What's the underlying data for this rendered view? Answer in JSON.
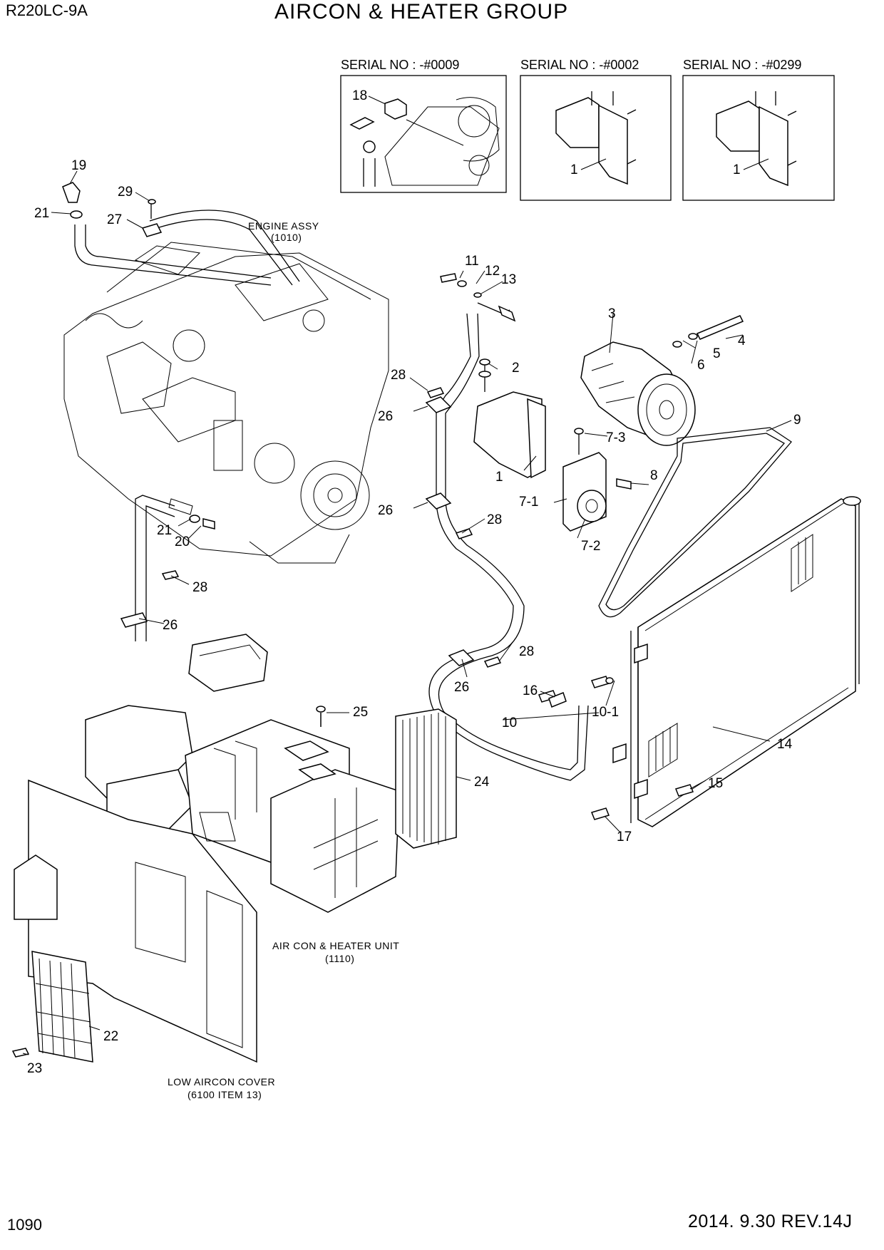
{
  "header": {
    "model": "R220LC-9A",
    "title": "AIRCON & HEATER GROUP"
  },
  "footer": {
    "page_number": "1090",
    "date_rev": "2014. 9.30  REV.14J"
  },
  "serial_boxes": [
    {
      "label": "SERIAL NO : -#0009",
      "callout": "18"
    },
    {
      "label": "SERIAL NO : -#0002",
      "callout": "1"
    },
    {
      "label": "SERIAL NO : -#0299",
      "callout": "1"
    }
  ],
  "assemblies": {
    "engine": {
      "name": "ENGINE ASSY",
      "ref": "(1010)"
    },
    "aircon_unit": {
      "name": "AIR CON & HEATER UNIT",
      "ref": "(1110)"
    },
    "low_cover": {
      "name": "LOW AIRCON COVER",
      "ref": "(6100 ITEM 13)"
    }
  },
  "callouts": {
    "c1": "1",
    "c2": "2",
    "c3": "3",
    "c4": "4",
    "c5": "5",
    "c6": "6",
    "c7_1": "7-1",
    "c7_2": "7-2",
    "c7_3": "7-3",
    "c8": "8",
    "c9": "9",
    "c10": "10",
    "c10_1": "10-1",
    "c11": "11",
    "c12": "12",
    "c13": "13",
    "c14": "14",
    "c15": "15",
    "c16": "16",
    "c17": "17",
    "c19": "19",
    "c20": "20",
    "c21a": "21",
    "c21b": "21",
    "c22": "22",
    "c23": "23",
    "c24": "24",
    "c25": "25",
    "c26a": "26",
    "c26b": "26",
    "c26c": "26",
    "c26d": "26",
    "c27": "27",
    "c28a": "28",
    "c28b": "28",
    "c28c": "28",
    "c28d": "28",
    "c29": "29"
  }
}
